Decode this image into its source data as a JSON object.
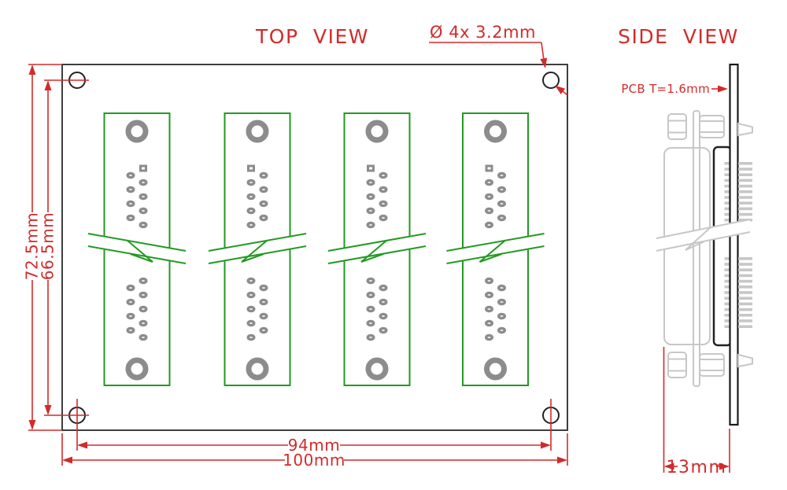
{
  "colors": {
    "dimension_red": "#d22b2b",
    "silkscreen_green": "#229a22",
    "pad_gray": "#8c8c8c",
    "body_light_gray": "#c7c7c7",
    "outline_dark": "#3e3e3e"
  },
  "top_view": {
    "title": "TOP VIEW",
    "hole_note": "Ø 4x  3.2mm",
    "dim_board_height": "72.5mm",
    "dim_hole_spacing_vertical": "66.5mm",
    "dim_hole_spacing_horizontal": "94mm",
    "dim_board_width": "100mm"
  },
  "side_view": {
    "title": "SIDE VIEW",
    "pcb_thickness_note": "PCB  T=1.6mm",
    "dim_depth": "13mm"
  }
}
